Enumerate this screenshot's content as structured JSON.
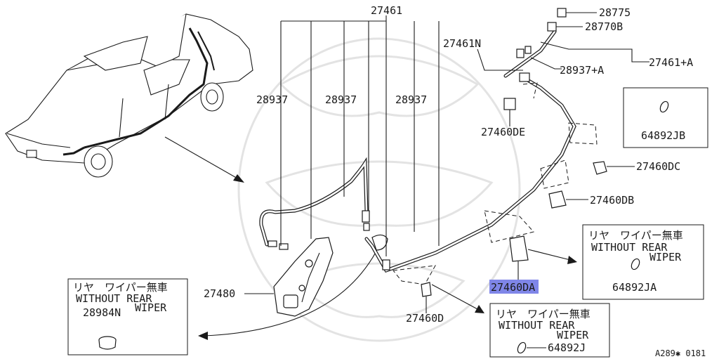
{
  "labels": {
    "hose_assy": "27461",
    "clamp_28775": "28775",
    "grommet_28770b": "28770B",
    "hose_27461n": "27461N",
    "joint_28937a": "28937+A",
    "hose_27461a": "27461+A",
    "joint_1": "28937",
    "joint_2": "28937",
    "joint_3": "28937",
    "clip_27460de": "27460DE",
    "clip_27460dc": "27460DC",
    "clip_27460db": "27460DB",
    "clip_27460da": "27460DA",
    "clip_27460d": "27460D",
    "bracket_27480": "27480",
    "inset_part_64892jb": "64892JB",
    "code": "A289✱ 0181"
  },
  "highlight_color": "#7f86e8",
  "insets": {
    "left": {
      "jp": "リヤ　ワイパー無車",
      "line1": "WITHOUT REAR",
      "line2": "WIPER",
      "part": "28984N"
    },
    "right": {
      "jp": "リヤ　ワイパー無車",
      "line1": "WITHOUT REAR",
      "line2": "WIPER",
      "part": "64892JA"
    },
    "bottom": {
      "jp": "リヤ　ワイパー無車",
      "line1": "WITHOUT REAR",
      "line2": "WIPER",
      "part": "64892J"
    }
  }
}
